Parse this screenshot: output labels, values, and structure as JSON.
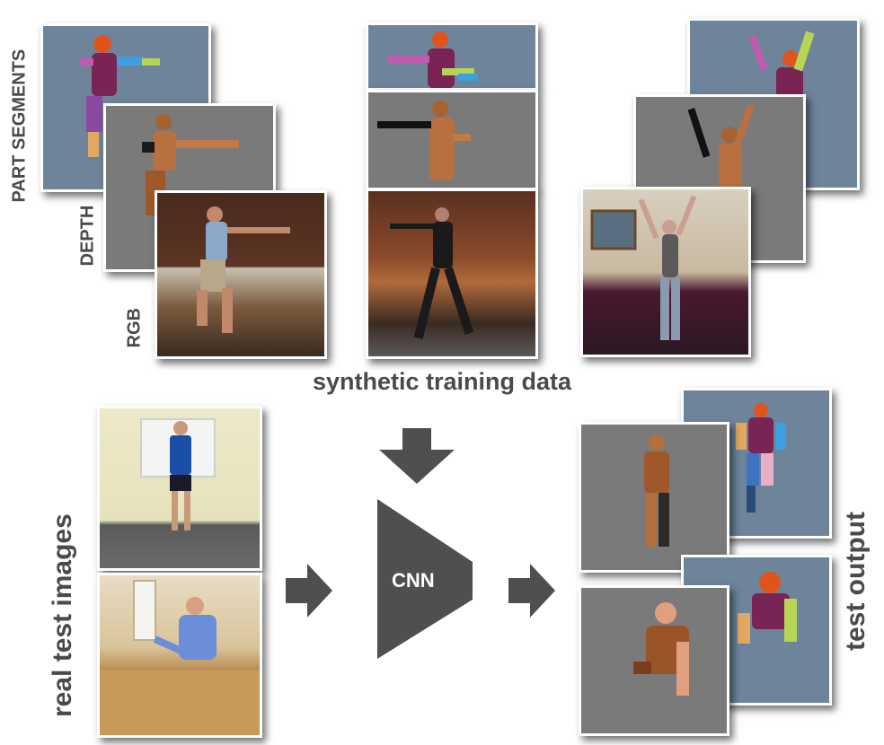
{
  "labels": {
    "part_segments": "PART SEGMENTS",
    "depth": "DEPTH",
    "rgb": "RGB",
    "synthetic": "synthetic training data",
    "real_test": "real test images",
    "test_output": "test output",
    "cnn": "CNN"
  },
  "colors": {
    "segment_bg": "#6e849b",
    "depth_bg": "#7a7a7a",
    "arrow": "#4f4f4f",
    "text": "#4a4a4a"
  }
}
